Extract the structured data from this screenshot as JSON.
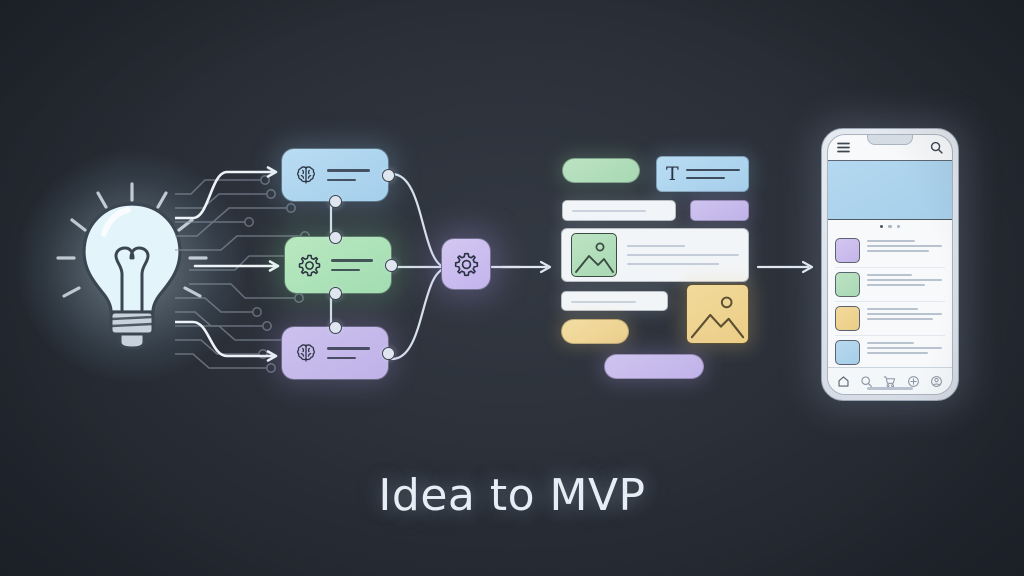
{
  "meta": {
    "title": "Idea to MVP",
    "background_color": "#2b3038"
  },
  "stage1": {
    "label": "idea-lightbulb",
    "icon": "lightbulb-icon",
    "glow_color": "#d8eef8"
  },
  "traces": {
    "label": "circuit-traces",
    "arrow_count": 3,
    "node_dot_count": 12,
    "color": "#8d98a6"
  },
  "nodes": [
    {
      "id": "card-blue",
      "icon": "brain-icon",
      "color": "#aed5ee",
      "line_count": 2
    },
    {
      "id": "card-green",
      "icon": "gear-icon",
      "color": "#aee0b8",
      "line_count": 2
    },
    {
      "id": "card-purple",
      "icon": "brain-icon",
      "color": "#c5b8ea",
      "line_count": 2
    }
  ],
  "hub": {
    "id": "processing-hub",
    "icon": "gear-icon",
    "color": "#c9bbee"
  },
  "wireframe": {
    "label": "wireframe-board",
    "blocks": [
      {
        "name": "pill-green",
        "icon": null,
        "color": "#b2ddbd"
      },
      {
        "name": "text-card-blue",
        "icon": "text-T-icon",
        "color": "#aed5ee",
        "line_count": 2
      },
      {
        "name": "bar-white-1",
        "color": "#f2f5f8",
        "line_count": 1
      },
      {
        "name": "pill-purple",
        "color": "#c7bbec"
      },
      {
        "name": "media-card",
        "icon": "image-placeholder-icon",
        "color": "#f2f5f8",
        "thumb_color": "#b2ddbd",
        "line_count": 3
      },
      {
        "name": "bar-white-2",
        "color": "#f2f5f8",
        "line_count": 1
      },
      {
        "name": "thumb-yellow",
        "icon": "image-placeholder-icon",
        "color": "#eed492"
      },
      {
        "name": "pill-yellow",
        "color": "#eed492"
      },
      {
        "name": "pill-purple-wide",
        "color": "#c7bbec"
      }
    ]
  },
  "phone": {
    "label": "phone-mockup",
    "topbar": {
      "menu_icon": "hamburger-menu-icon",
      "search_icon": "search-icon"
    },
    "hero": {
      "name": "hero-banner",
      "color": "#adD4ee"
    },
    "carousel_dots": 3,
    "active_dot_index": 0,
    "rows": [
      {
        "thumb_color": "#cbbdea",
        "line_count": 3
      },
      {
        "thumb_color": "#b2ddbd",
        "line_count": 3
      },
      {
        "thumb_color": "#eed492",
        "line_count": 3
      },
      {
        "thumb_color": "#b0d3e8",
        "line_count": 3
      }
    ],
    "nav_icons": [
      "home-icon",
      "search-icon",
      "cart-icon",
      "add-circle-icon",
      "account-icon"
    ]
  },
  "arrows": {
    "bulb_to_cards": 3,
    "cards_to_hub": 3,
    "hub_to_wireframe": 1,
    "wireframe_to_phone": 1
  }
}
